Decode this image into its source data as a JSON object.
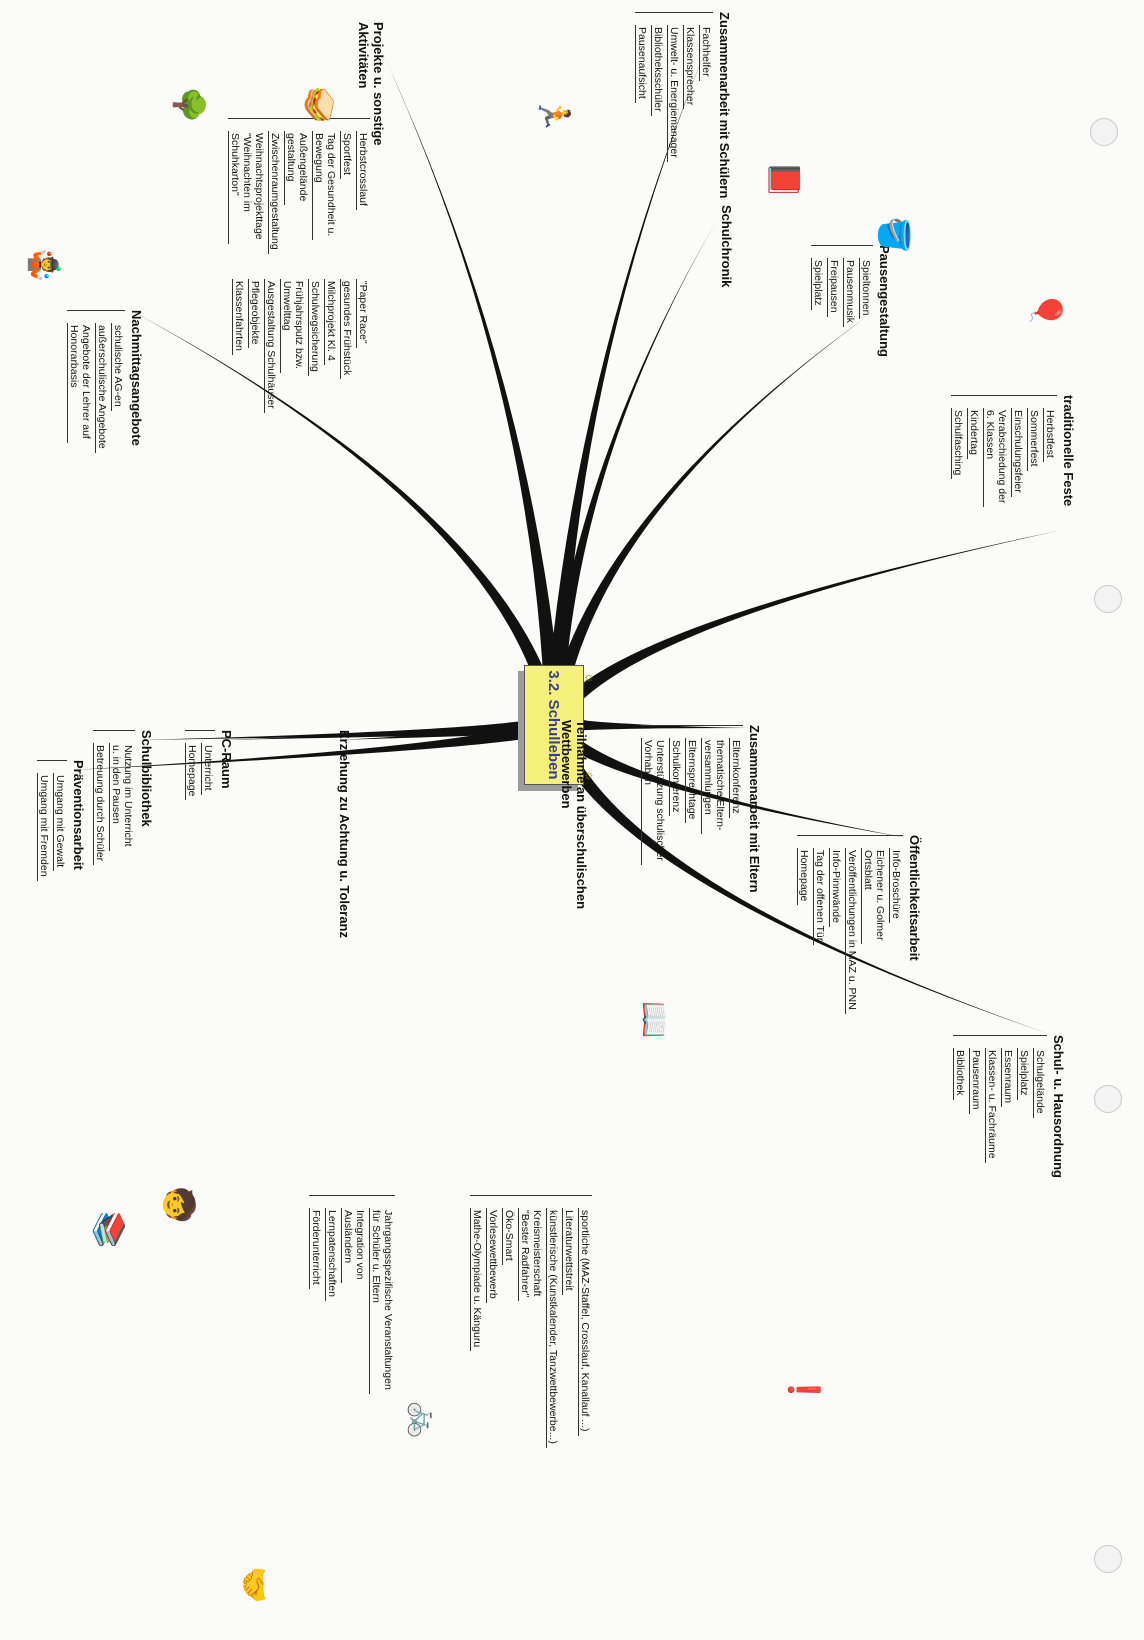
{
  "center": {
    "title": "3.2. Schulleben"
  },
  "branches": [
    {
      "title": "Zusammenarbeit mit Schülern",
      "items": [
        "Fachhelfer",
        "Klassensprecher",
        "Umwelt- u. Energiemanager",
        "Bibliotheksschüler",
        "Pausenaufsicht"
      ]
    },
    {
      "title": "Schulchronik",
      "items": []
    },
    {
      "title": "Pausengestaltung",
      "items": [
        "Spieltonnen",
        "Pausenmusik",
        "Freipausen",
        "Spielplatz"
      ]
    },
    {
      "title": "traditionelle Feste",
      "items": [
        "Herbstfest",
        "Sommerfest",
        "Einschulungsfeier",
        "Verabschiedung der\n6. Klassen",
        "Kindertag",
        "Schulfasching"
      ]
    },
    {
      "title": "Schul- u. Hausordnung",
      "items": [
        "Schulgelände",
        "Spielplatz",
        "Essenraum",
        "Klassen- u. Fachräume",
        "Pausenraum",
        "Bibliothek"
      ]
    },
    {
      "title": "Öffentlichkeitsarbeit",
      "items": [
        "Info-Broschüre",
        "Eichener u. Golmer\nOrtsblatt",
        "Veröffentlichungen in MAZ u. PNN",
        "Info-Pinnwände",
        "Tag der offenen Tür",
        "Homepage"
      ]
    },
    {
      "title": "Zusammenarbeit mit Eltern",
      "items": [
        "Elternkonferenz",
        "thematische Eltern-\nversammlungen",
        "Elternsprechtage",
        "Schulkonferenz",
        "Unterstützung schulischer\nVorhaben"
      ]
    },
    {
      "title": "Teilnahme an überschulischen\nWettbewerben",
      "items": [
        "sportliche (MAZ-Staffel, Crosslauf, Kanallauf ...)",
        "Literaturwettstreit",
        "künstlerische (Kunstkalender, Tanzwettbewerbe...)",
        "Kreismeisterschaft\n\"Bester Radfahrer\"",
        "Öko-Smart",
        "Vorlesewettbewerb",
        "Mathe-Olympiade u. Känguru"
      ]
    },
    {
      "title": "Erziehung zu Achtung u. Toleranz",
      "items": [
        "Jahrgangsspezifische Veranstaltungen\nfür Schüler u. Eltern",
        "Integration von\nAusländern",
        "Lernpatenschaften",
        "Förderunterricht"
      ]
    },
    {
      "title": "PC-Raum",
      "items": [
        "Unterricht",
        "Homepage"
      ]
    },
    {
      "title": "Schulbibliothek",
      "items": [
        "Nutzung im Unterricht\nu. in den Pausen",
        "Betreuung durch Schüler"
      ]
    },
    {
      "title": "Präventionsarbeit",
      "items": [
        "Umgang mit Gewalt",
        "Umgang mit Fremden"
      ]
    },
    {
      "title": "Nachmittagsangebote",
      "items": [
        "schulische AG-en",
        "außerschulische Angebote",
        "Angebote der Lehrer auf\nHonorarbasis"
      ]
    },
    {
      "title": "Projekte u. sonstige\nAktivitäten",
      "items": [
        "Herbstcrosslauf",
        "Sportfest",
        "Tag der Gesundheit u.\nBewegung",
        "Außengelände\ngestaltung",
        "Zwischenraumgestaltung",
        "Weihnachtsprojekttage\n\"Weihnachten im\nSchuhkarton\"",
        "\"Paper Race\"",
        "gesundes Frühstück",
        "Milchprojekt Kl. 4",
        "Schulwegsicherung",
        "Frühjahrsputz bzw.\nUmwelttag",
        "Ausgestaltung Schulhäuser",
        "Pflegeobjekte",
        "Klassenfahrten"
      ]
    }
  ],
  "clipart": [
    {
      "name": "runner-clipart",
      "glyph": "🏃"
    },
    {
      "name": "book-clipart",
      "glyph": "📕"
    },
    {
      "name": "bucket-clipart",
      "glyph": "🪣"
    },
    {
      "name": "balloons-clipart",
      "glyph": "🎈"
    },
    {
      "name": "sandwich-clipart",
      "glyph": "🥪"
    },
    {
      "name": "tree-clipart",
      "glyph": "🌳"
    },
    {
      "name": "juggler-clipart",
      "glyph": "🤹"
    },
    {
      "name": "reading-kids-clipart",
      "glyph": "📖"
    },
    {
      "name": "bicycle-clipart",
      "glyph": "🚲"
    },
    {
      "name": "children-clipart",
      "glyph": "🧒"
    },
    {
      "name": "books-clipart",
      "glyph": "📚"
    },
    {
      "name": "exclamation-clipart",
      "glyph": "❗"
    },
    {
      "name": "holding-hands-clipart",
      "glyph": "🤝"
    }
  ],
  "colors": {
    "center_fill": "#f5f07a",
    "center_text": "#3b3f8f",
    "branch_ink": "#111111"
  }
}
